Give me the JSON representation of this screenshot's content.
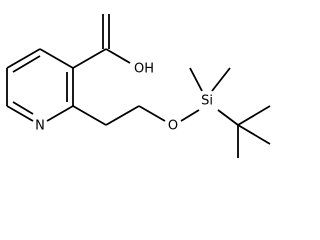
{
  "molecule": {
    "atoms": {
      "nitrogen": "N",
      "oxygen": "O",
      "silicon": "Si",
      "hydroxyl": "OH"
    },
    "colors": {
      "bond": "#000000",
      "label": "#000000",
      "background": "#ffffff"
    }
  }
}
